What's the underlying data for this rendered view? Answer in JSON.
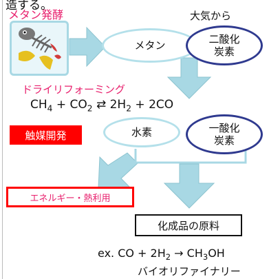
{
  "top_fragment": "造する。",
  "methane_fermentation": "メタン発酵",
  "from_atmosphere": "大気から",
  "methane": "メタン",
  "co2_line1": "二酸化",
  "co2_line2": "炭素",
  "dry_reforming": "ドライリフォーミング",
  "reaction": {
    "ch4": "CH",
    "ch4_sub": "4",
    "plus1": " + CO",
    "co2_sub": "2",
    "arrow": " ⇄ 2H",
    "h2_sub": "2",
    "tail": " + 2CO"
  },
  "catalyst_dev": "触媒開発",
  "hydrogen": "水素",
  "co_line1": "一酸化",
  "co_line2": "炭素",
  "energy_heat": "エネルギー・熱利用",
  "chem_feedstock": "化成品の原料",
  "example": {
    "lead": "ex. CO + 2H",
    "h2_sub": "2",
    "arrow": " → CH",
    "ch3_sub": "3",
    "tail": "OH"
  },
  "biorefinery": "バイオリファイナリー",
  "colors": {
    "pink_text": "#e8206d",
    "catalyst_bg": "#ff0000",
    "arrow_fill": "#a8d8e4",
    "navy_ellipse": "#2f3a8f"
  }
}
